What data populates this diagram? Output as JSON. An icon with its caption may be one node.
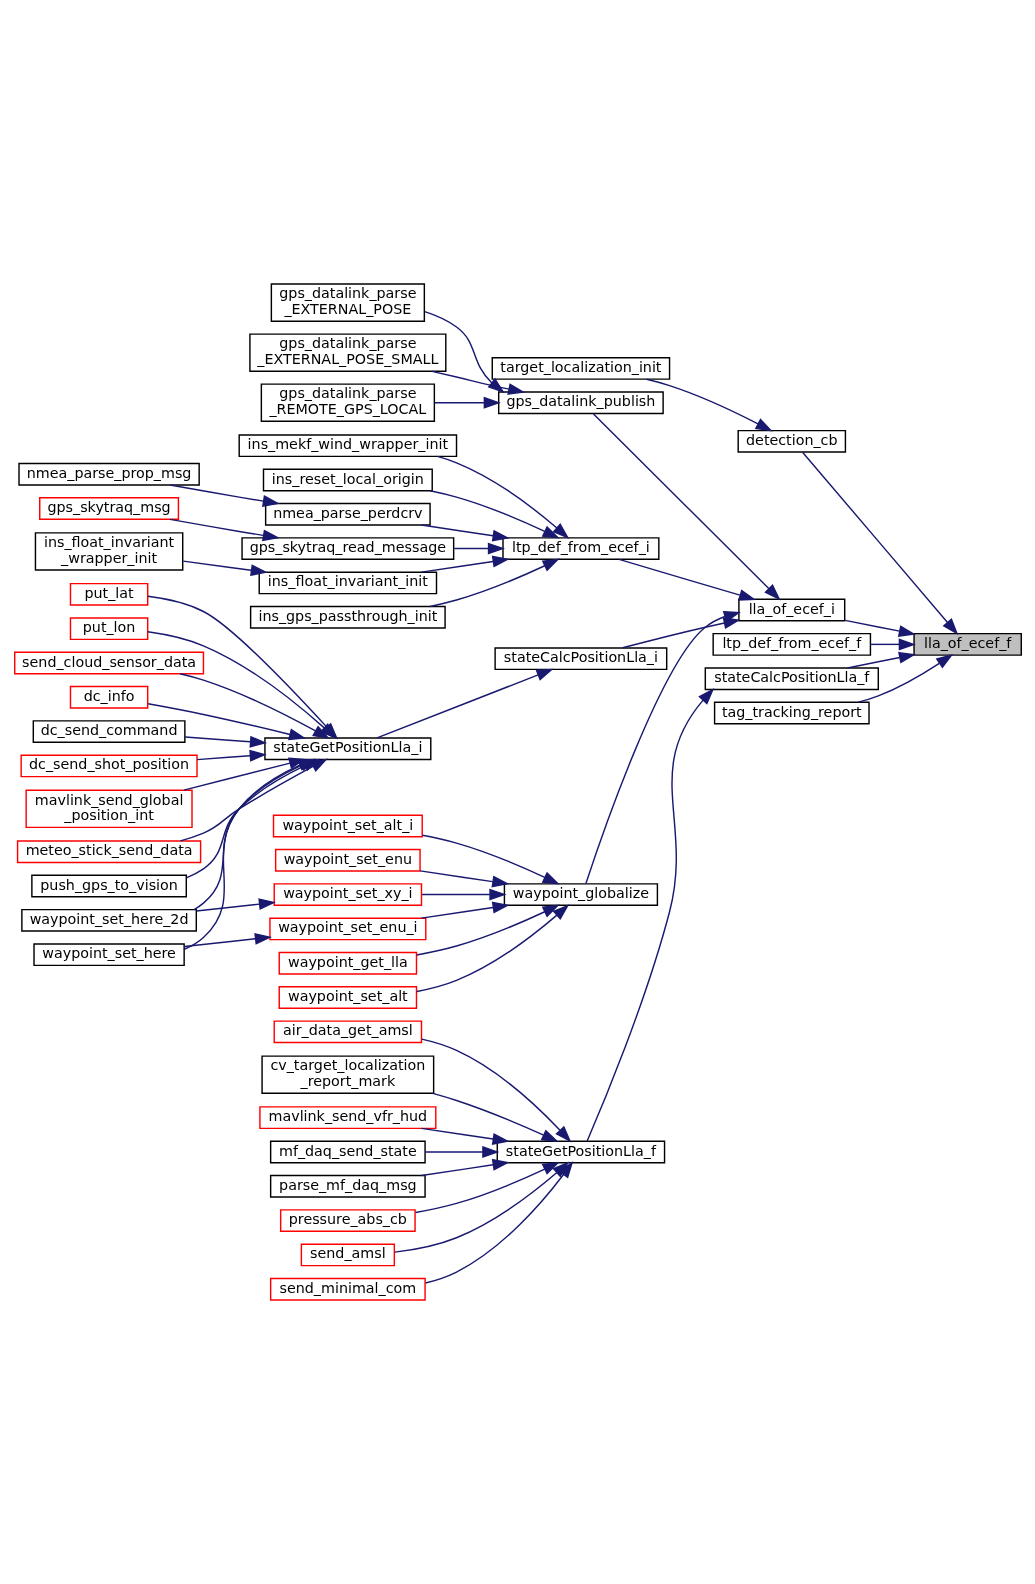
{
  "diagram": {
    "nodes": [
      {
        "text": [
          "put_lat"
        ]
      },
      {
        "text": [
          "put_lon"
        ]
      },
      {
        "text": [
          "send_cloud_sensor_data"
        ]
      },
      {
        "text": [
          "dc_info"
        ]
      },
      {
        "text": [
          "dc_send_command"
        ]
      },
      {
        "text": [
          "dc_send_shot_position"
        ]
      },
      {
        "text": [
          "stateGetPositionLla_i"
        ]
      },
      {
        "text": [
          "mavlink_send_global _position_int"
        ]
      },
      {
        "text": [
          "meteo_stick_send_data"
        ]
      },
      {
        "text": [
          "waypoint_set_alt_i"
        ]
      },
      {
        "text": [
          "waypoint_set_enu"
        ]
      },
      {
        "text": [
          "push_gps_to_vision"
        ]
      },
      {
        "text": [
          "target_localization_init"
        ]
      },
      {
        "text": [
          "waypoint_set_here_2d"
        ]
      },
      {
        "text": [
          "waypoint_set_xy_i"
        ]
      },
      {
        "text": [
          "stateCalcPositionLla_i"
        ]
      },
      {
        "text": [
          "detection_cb"
        ]
      },
      {
        "text": [
          "waypoint_set_here"
        ]
      },
      {
        "text": [
          "waypoint_set_enu_i"
        ]
      },
      {
        "text": [
          "waypoint_globalize"
        ]
      },
      {
        "text": [
          "waypoint_get_lla"
        ]
      },
      {
        "text": [
          "waypoint_set_alt"
        ]
      },
      {
        "text": [
          "lla_of_ecef_i"
        ]
      },
      {
        "text": [
          "gps_datalink_parse _REMOTE_GPS_LOCAL"
        ]
      },
      {
        "text": [
          "ltp_def_from_ecef_f"
        ]
      },
      {
        "text": [
          "lla_of_ecef_f"
        ]
      },
      {
        "text": [
          "gps_datalink_publish"
        ]
      },
      {
        "text": [
          "gps_datalink_parse _EXTERNAL_POSE"
        ]
      },
      {
        "text": [
          "stateCalcPositionLla_f"
        ]
      },
      {
        "text": [
          "gps_datalink_parse _EXTERNAL_POSE_SMALL"
        ]
      },
      {
        "text": [
          "tag_tracking_report"
        ]
      },
      {
        "text": [
          "ins_gps_passthrough_init"
        ]
      },
      {
        "text": [
          "ins_mekf_wind_wrapper_init"
        ]
      },
      {
        "text": [
          "ins_reset_local_origin"
        ]
      },
      {
        "text": [
          "ltp_def_from_ecef_i"
        ]
      },
      {
        "text": [
          "nmea_parse_prop_msg"
        ]
      },
      {
        "text": [
          "nmea_parse_perdcrv"
        ]
      },
      {
        "text": [
          "gps_skytraq_msg"
        ]
      },
      {
        "text": [
          "gps_skytraq_read_message"
        ]
      },
      {
        "text": [
          "ins_float_invariant _wrapper_init"
        ]
      },
      {
        "text": [
          "ins_float_invariant_init"
        ]
      },
      {
        "text": [
          "air_data_get_amsl"
        ]
      },
      {
        "text": [
          "cv_target_localization _report_mark"
        ]
      },
      {
        "text": [
          "mavlink_send_vfr_hud"
        ]
      },
      {
        "text": [
          "mf_daq_send_state"
        ]
      },
      {
        "text": [
          "stateGetPositionLla_f"
        ]
      },
      {
        "text": [
          "parse_mf_daq_msg"
        ]
      },
      {
        "text": [
          "pressure_abs_cb"
        ]
      },
      {
        "text": [
          "send_amsl"
        ]
      },
      {
        "text": [
          "send_minimal_com"
        ]
      }
    ],
    "edges": [
      {
        "from": 22,
        "to": 25,
        "arrow": "to"
      },
      {
        "from": 24,
        "to": 25,
        "arrow": "to"
      },
      {
        "from": 28,
        "to": 25,
        "arrow": "to"
      },
      {
        "from": 30,
        "to": 25,
        "arrow": "to"
      },
      {
        "from": 16,
        "to": 25,
        "arrow": "to"
      },
      {
        "from": 12,
        "to": 16,
        "arrow": "to"
      },
      {
        "from": 15,
        "to": 22,
        "arrow": "to"
      },
      {
        "from": 19,
        "to": 22,
        "arrow": "to"
      },
      {
        "from": 26,
        "to": 22,
        "arrow": "to"
      },
      {
        "from": 34,
        "to": 22,
        "arrow": "to"
      },
      {
        "from": 6,
        "to": 15,
        "arrow": "to"
      },
      {
        "from": 0,
        "to": 6,
        "arrow": "to"
      },
      {
        "from": 1,
        "to": 6,
        "arrow": "to"
      },
      {
        "from": 2,
        "to": 6,
        "arrow": "to"
      },
      {
        "from": 3,
        "to": 6,
        "arrow": "to"
      },
      {
        "from": 4,
        "to": 6,
        "arrow": "to"
      },
      {
        "from": 5,
        "to": 6,
        "arrow": "to"
      },
      {
        "from": 7,
        "to": 6,
        "arrow": "to"
      },
      {
        "from": 8,
        "to": 6,
        "arrow": "to"
      },
      {
        "from": 11,
        "to": 6,
        "arrow": "to"
      },
      {
        "from": 13,
        "to": 6,
        "arrow": "to"
      },
      {
        "from": 17,
        "to": 6,
        "arrow": "to"
      },
      {
        "from": 9,
        "to": 19,
        "arrow": "to"
      },
      {
        "from": 10,
        "to": 19,
        "arrow": "to"
      },
      {
        "from": 14,
        "to": 19,
        "arrow": "to"
      },
      {
        "from": 18,
        "to": 19,
        "arrow": "to"
      },
      {
        "from": 20,
        "to": 19,
        "arrow": "to"
      },
      {
        "from": 21,
        "to": 19,
        "arrow": "to"
      },
      {
        "from": 13,
        "to": 14,
        "arrow": "to"
      },
      {
        "from": 17,
        "to": 18,
        "arrow": "to"
      },
      {
        "from": 23,
        "to": 26,
        "arrow": "to"
      },
      {
        "from": 27,
        "to": 26,
        "arrow": "to"
      },
      {
        "from": 29,
        "to": 26,
        "arrow": "to"
      },
      {
        "from": 31,
        "to": 34,
        "arrow": "to"
      },
      {
        "from": 32,
        "to": 34,
        "arrow": "to"
      },
      {
        "from": 33,
        "to": 34,
        "arrow": "to"
      },
      {
        "from": 36,
        "to": 34,
        "arrow": "to"
      },
      {
        "from": 38,
        "to": 34,
        "arrow": "to"
      },
      {
        "from": 40,
        "to": 34,
        "arrow": "to"
      },
      {
        "from": 35,
        "to": 36,
        "arrow": "to"
      },
      {
        "from": 37,
        "to": 38,
        "arrow": "to"
      },
      {
        "from": 39,
        "to": 40,
        "arrow": "to"
      },
      {
        "from": 45,
        "to": 28,
        "arrow": "to"
      },
      {
        "from": 41,
        "to": 45,
        "arrow": "to"
      },
      {
        "from": 42,
        "to": 45,
        "arrow": "to"
      },
      {
        "from": 43,
        "to": 45,
        "arrow": "to"
      },
      {
        "from": 44,
        "to": 45,
        "arrow": "to"
      },
      {
        "from": 46,
        "to": 45,
        "arrow": "to"
      },
      {
        "from": 47,
        "to": 45,
        "arrow": "to"
      },
      {
        "from": 48,
        "to": 45,
        "arrow": "to"
      },
      {
        "from": 49,
        "to": 45,
        "arrow": "to"
      }
    ]
  }
}
